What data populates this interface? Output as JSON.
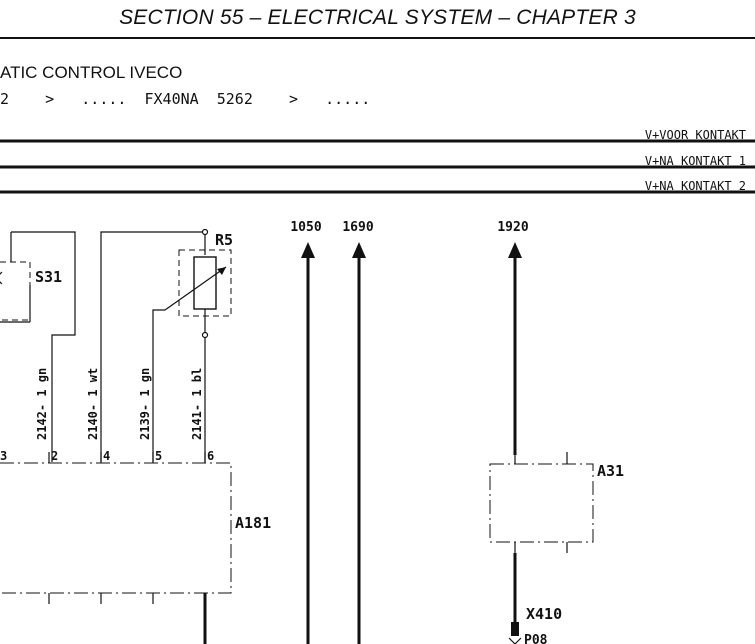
{
  "header": {
    "title": "SECTION 55 – ELECTRICAL SYSTEM – CHAPTER 3",
    "subtitle": "ATIC CONTROL IVECO",
    "path": "2    >   .....  FX40NA  5262    >   ....."
  },
  "rails": [
    {
      "label": "V+VOOR KONTAKT"
    },
    {
      "label": "V+NA KONTAKT 1"
    },
    {
      "label": "V+NA KONTAKT 2"
    }
  ],
  "signals": {
    "s1050": "1050",
    "s1690": "1690",
    "s1920": "1920"
  },
  "components": {
    "r5": "R5",
    "s31": "S31",
    "a181": "A181",
    "a31": "A31",
    "x410": "X410",
    "p08": "P08"
  },
  "wires": {
    "w2142": "2142- 1 gn",
    "w2140": "2140- 1 wt",
    "w2139": "2139- 1 gn",
    "w2141": "2141- 1 bl"
  },
  "pins": {
    "p3": "3",
    "p2": "2",
    "p4": "4",
    "p5": "5",
    "p6": "6"
  }
}
